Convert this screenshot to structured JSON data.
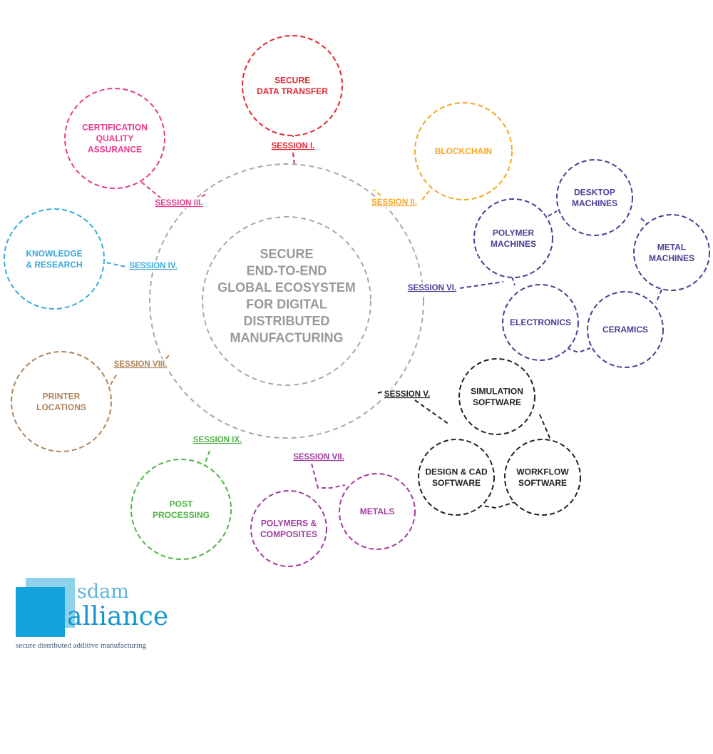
{
  "center": {
    "lines": [
      "SECURE",
      "END-TO-END",
      "GLOBAL ECOSYSTEM",
      "FOR DIGITAL",
      "DISTRIBUTED",
      "MANUFACTURING"
    ],
    "color": "#9b9b9b"
  },
  "sessions": [
    {
      "key": "s1",
      "label": "SESSION I.",
      "color": "#e0282f"
    },
    {
      "key": "s2",
      "label": "SESSION II.",
      "color": "#f5a623"
    },
    {
      "key": "s3",
      "label": "SESSION III.",
      "color": "#e8398c"
    },
    {
      "key": "s4",
      "label": "SESSION IV.",
      "color": "#39a9dc"
    },
    {
      "key": "s5",
      "label": "SESSION V.",
      "color": "#222222"
    },
    {
      "key": "s6",
      "label": "SESSION VI.",
      "color": "#4b3c95"
    },
    {
      "key": "s7",
      "label": "SESSION VII.",
      "color": "#a23b9f"
    },
    {
      "key": "s8",
      "label": "SESSION VIII.",
      "color": "#b08559"
    },
    {
      "key": "s9",
      "label": "SESSION IX.",
      "color": "#4fb346"
    }
  ],
  "nodes": [
    {
      "key": "secure-data-transfer",
      "session": "s1",
      "lines": [
        "SECURE",
        "DATA TRANSFER"
      ]
    },
    {
      "key": "blockchain",
      "session": "s2",
      "lines": [
        "BLOCKCHAIN"
      ]
    },
    {
      "key": "certification",
      "session": "s3",
      "lines": [
        "CERTIFICATION",
        "QUALITY",
        "ASSURANCE"
      ]
    },
    {
      "key": "knowledge",
      "session": "s4",
      "lines": [
        "KNOWLEDGE",
        "& RESEARCH"
      ]
    },
    {
      "key": "printer-locations",
      "session": "s8",
      "lines": [
        "PRINTER",
        "LOCATIONS"
      ]
    },
    {
      "key": "post-processing",
      "session": "s9",
      "lines": [
        "POST",
        "PROCESSING"
      ]
    },
    {
      "key": "polymers-composites",
      "session": "s7",
      "lines": [
        "POLYMERS &",
        "COMPOSITES"
      ]
    },
    {
      "key": "metals",
      "session": "s7",
      "lines": [
        "METALS"
      ]
    },
    {
      "key": "simulation-software",
      "session": "s5",
      "lines": [
        "SIMULATION",
        "SOFTWARE"
      ]
    },
    {
      "key": "design-cad-software",
      "session": "s5",
      "lines": [
        "DESIGN & CAD",
        "SOFTWARE"
      ]
    },
    {
      "key": "workflow-software",
      "session": "s5",
      "lines": [
        "WORKFLOW",
        "SOFTWARE"
      ]
    },
    {
      "key": "polymer-machines",
      "session": "s6",
      "lines": [
        "POLYMER",
        "MACHINES"
      ]
    },
    {
      "key": "desktop-machines",
      "session": "s6",
      "lines": [
        "DESKTOP",
        "MACHINES"
      ]
    },
    {
      "key": "metal-machines",
      "session": "s6",
      "lines": [
        "METAL",
        "MACHINES"
      ]
    },
    {
      "key": "electronics",
      "session": "s6",
      "lines": [
        "ELECTRONICS"
      ]
    },
    {
      "key": "ceramics",
      "session": "s6",
      "lines": [
        "CERAMICS"
      ]
    }
  ],
  "logo": {
    "line1": "sdam",
    "line2": "alliance",
    "tagline": "secure distributed additive manufacturing",
    "colors": {
      "light": "#8fd0ea",
      "dark": "#13a2dc"
    }
  }
}
